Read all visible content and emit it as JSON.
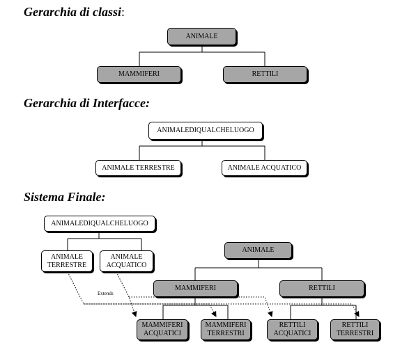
{
  "sections": {
    "classes_title": "Gerarchia di classi",
    "classes_colon": ":",
    "interfaces_title": "Gerarchia di Interfacce:",
    "final_title": "Sistema Finale:"
  },
  "classes": {
    "animale": "ANIMALE",
    "mammiferi": "MAMMIFERI",
    "rettili": "RETTILI"
  },
  "interfaces": {
    "root": "ANIMALEDIQUALCHELUOGO",
    "terrestre": "ANIMALE TERRESTRE",
    "acquatico": "ANIMALE ACQUATICO"
  },
  "final": {
    "iface_root": "ANIMALEDIQUALCHELUOGO",
    "iface_terrestre": [
      "ANIMALE",
      "TERRESTRE"
    ],
    "iface_acquatico": [
      "ANIMALE",
      "ACQUATICO"
    ],
    "animale": "ANIMALE",
    "mammiferi": "MAMMIFERI",
    "rettili": "RETTILI",
    "mammiferi_acquatici": [
      "MAMMIFERI",
      "ACQUATICI"
    ],
    "mammiferi_terrestri": [
      "MAMMIFERI",
      "TERRESTRI"
    ],
    "rettili_acquatici": [
      "RETTILI",
      "ACQUATICI"
    ],
    "rettili_terrestri": [
      "RETTILI",
      "TERRESTRI"
    ],
    "extends_label": "Extends"
  },
  "colors": {
    "class_fill": "#a6a6a6",
    "interface_fill": "#ffffff",
    "stroke": "#000000"
  }
}
